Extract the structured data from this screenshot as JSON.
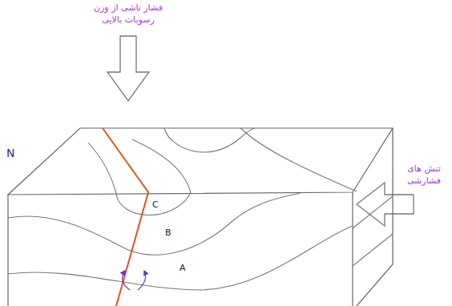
{
  "diagram": {
    "labels": [
      "فشار ناشی از وزن رسوبات بالایی",
      "N",
      "C",
      "B",
      "A",
      "تنش های فشارشی"
    ]
  }
}
